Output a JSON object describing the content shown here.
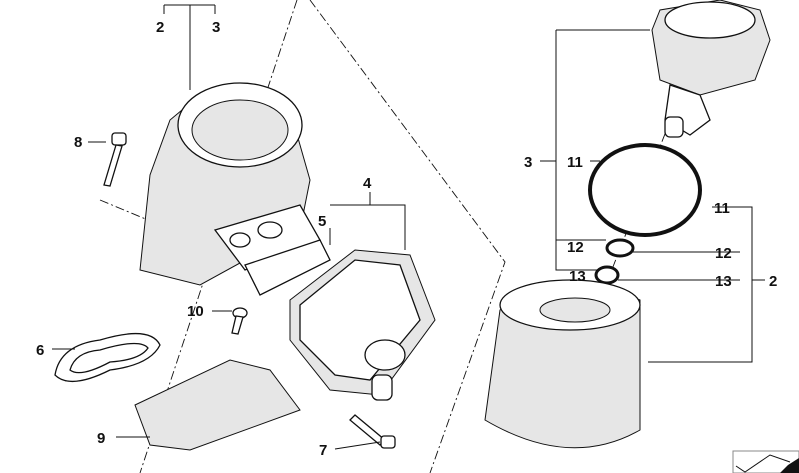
{
  "diagram": {
    "callouts": {
      "c2_top": "2",
      "c3_top": "3",
      "c8": "8",
      "c4": "4",
      "c5": "5",
      "c6": "6",
      "c10": "10",
      "c9": "9",
      "c7": "7",
      "c3_right": "3",
      "c11_left": "11",
      "c11_right": "11",
      "c12_left": "12",
      "c12_right": "12",
      "c13_left": "13",
      "c13_right": "13",
      "c2_right": "2"
    }
  }
}
